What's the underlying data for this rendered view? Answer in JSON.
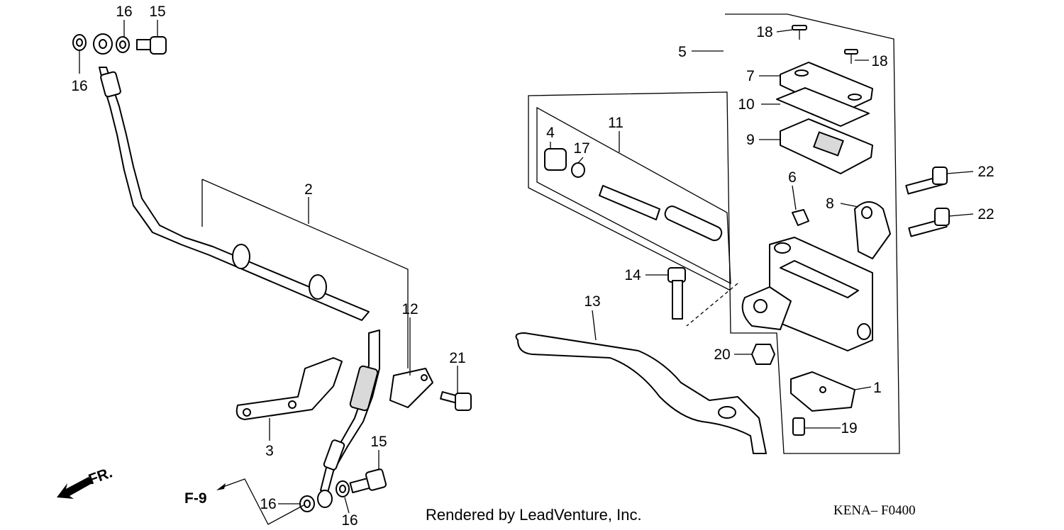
{
  "labels": {
    "l1": "1",
    "l2": "2",
    "l3": "3",
    "l4": "4",
    "l5": "5",
    "l6": "6",
    "l7": "7",
    "l8": "8",
    "l9": "9",
    "l10": "10",
    "l11": "11",
    "l12": "12",
    "l13": "13",
    "l14": "14",
    "l15a": "15",
    "l15b": "15",
    "l16a": "16",
    "l16b": "16",
    "l16c": "16",
    "l16d": "16",
    "l17": "17",
    "l18a": "18",
    "l18b": "18",
    "l19": "19",
    "l20": "20",
    "l21": "21",
    "l22a": "22",
    "l22b": "22"
  },
  "direction": {
    "front": "FR.",
    "ref": "F-9"
  },
  "footer": {
    "credit": "Rendered by LeadVenture, Inc.",
    "code": "KENA– F0400"
  }
}
